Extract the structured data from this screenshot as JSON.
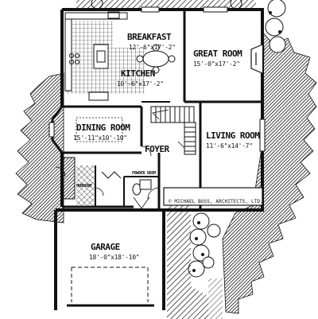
{
  "plan": {
    "rooms": {
      "breakfast": {
        "name": "BREAKFAST",
        "dims": "12'-6\"x17'-2\""
      },
      "great_room": {
        "name": "GREAT ROOM",
        "dims": "15'-0\"x17'-2\""
      },
      "kitchen": {
        "name": "KITCHEN",
        "dims": "10'-6\"x17'-2\""
      },
      "dining_room": {
        "name": "DINING ROOM",
        "dims": "15'-11\"x10'-10\""
      },
      "living_room": {
        "name": "LIVING ROOM",
        "dims": "11'-6\"x14'-7\""
      },
      "foyer": {
        "name": "FOYER"
      },
      "powder_room": {
        "name": "POWDER ROOM"
      },
      "mudroom": {
        "name": "MUDROOM"
      },
      "garage": {
        "name": "GARAGE",
        "dims": "18'-0\"x18'-10\""
      }
    },
    "copyright": "© MICHAEL BUSS, ARCHITECTS, LTD.",
    "colors": {
      "line": "#111111",
      "paper": "#ffffff"
    }
  }
}
